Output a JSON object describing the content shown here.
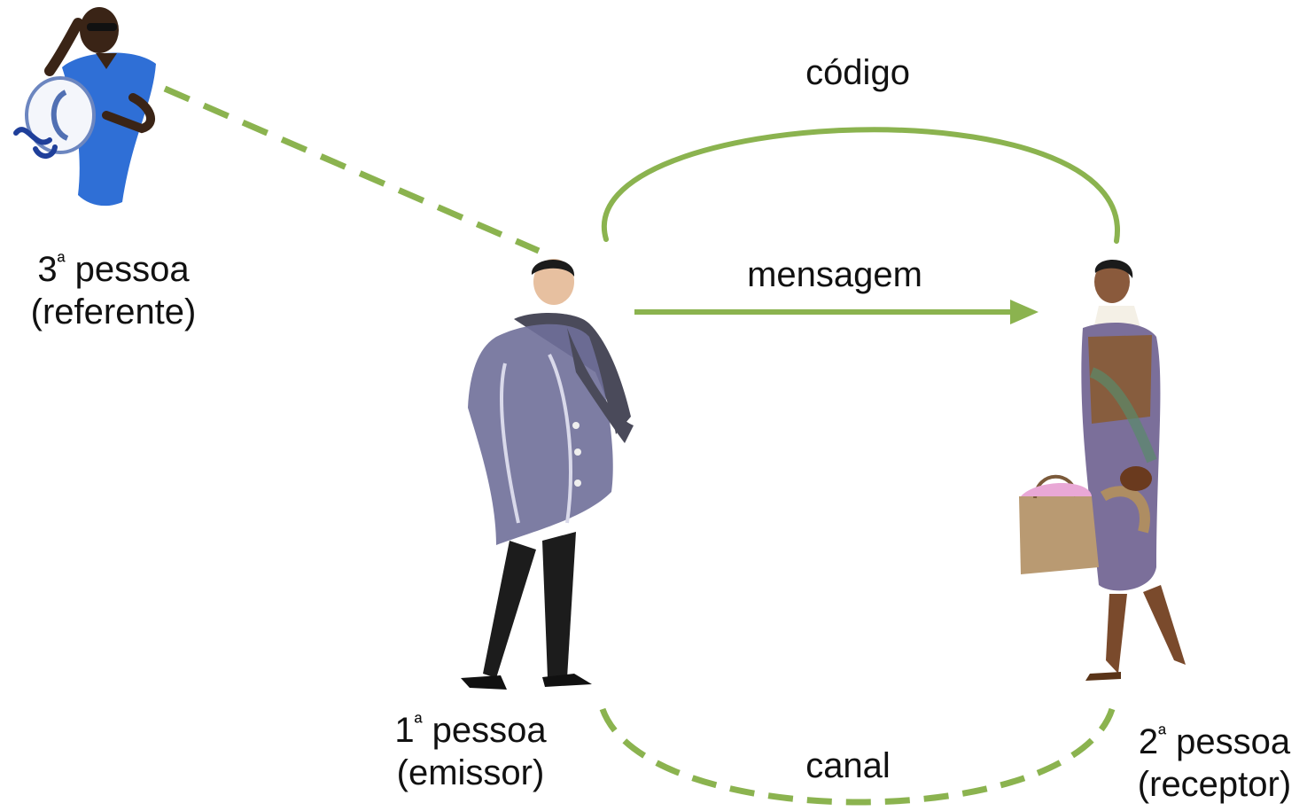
{
  "labels": {
    "code": "código",
    "message": "mensagem",
    "channel": "canal",
    "referent": {
      "ordinal": "3",
      "suffix": "ª",
      "role": "pessoa",
      "function": "(referente)"
    },
    "sender": {
      "ordinal": "1",
      "suffix": "ª",
      "role": "pessoa",
      "function": "(emissor)"
    },
    "receiver": {
      "ordinal": "2",
      "suffix": "ª",
      "role": "pessoa",
      "function": "(receptor)"
    }
  },
  "colors": {
    "connector": "#8bb34f",
    "coat": "#6f6f99",
    "scarf": "#4a4a5a",
    "trousers": "#1c1c1c",
    "skin_dark": "#3a2416",
    "skin_med": "#8a5a3c",
    "dress_blue": "#2f6fd6",
    "dress_multicolor": "#7b6f9a",
    "bag": "#b99a72"
  },
  "icons": [
    "woman-blue-dress-illustration",
    "man-in-coat-illustration",
    "woman-with-bag-illustration"
  ]
}
